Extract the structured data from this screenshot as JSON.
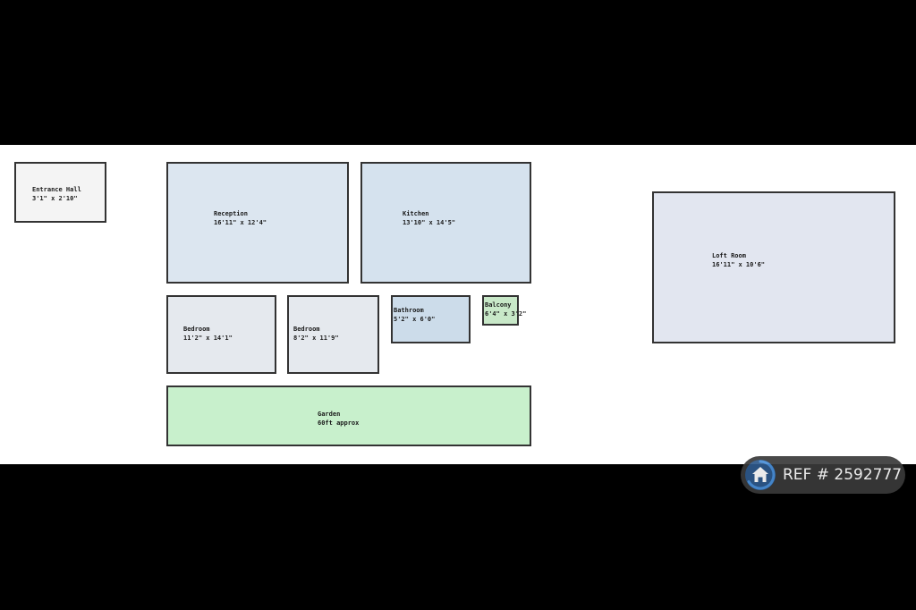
{
  "floorplan": {
    "rooms": [
      {
        "name": "Entrance Hall",
        "dims": "3'1\" x 2'10\"",
        "fill": "#f4f4f4"
      },
      {
        "name": "Reception",
        "dims": "16'11\" x 12'4\"",
        "fill": "#dce6f0"
      },
      {
        "name": "Kitchen",
        "dims": "13'10\" x 14'5\"",
        "fill": "#d5e2ee"
      },
      {
        "name": "Bedroom",
        "dims": "11'2\" x 14'1\"",
        "fill": "#e5e9ee"
      },
      {
        "name": "Bedroom",
        "dims": "8'2\" x 11'9\"",
        "fill": "#e5e9ee"
      },
      {
        "name": "Bathroom",
        "dims": "5'2\" x 6'0\"",
        "fill": "#ccdcea"
      },
      {
        "name": "Balcony",
        "dims": "6'4\" x 3'2\"",
        "fill": "#c8e8c8"
      },
      {
        "name": "Garden",
        "dims": "60ft approx",
        "fill": "#c8f0cc"
      },
      {
        "name": "Loft Room",
        "dims": "16'11\" x 10'6\"",
        "fill": "#e2e6f0"
      }
    ]
  },
  "badge": {
    "text": "REF # 2592777",
    "icon": "home-icon",
    "accent": "#4a90d9"
  }
}
